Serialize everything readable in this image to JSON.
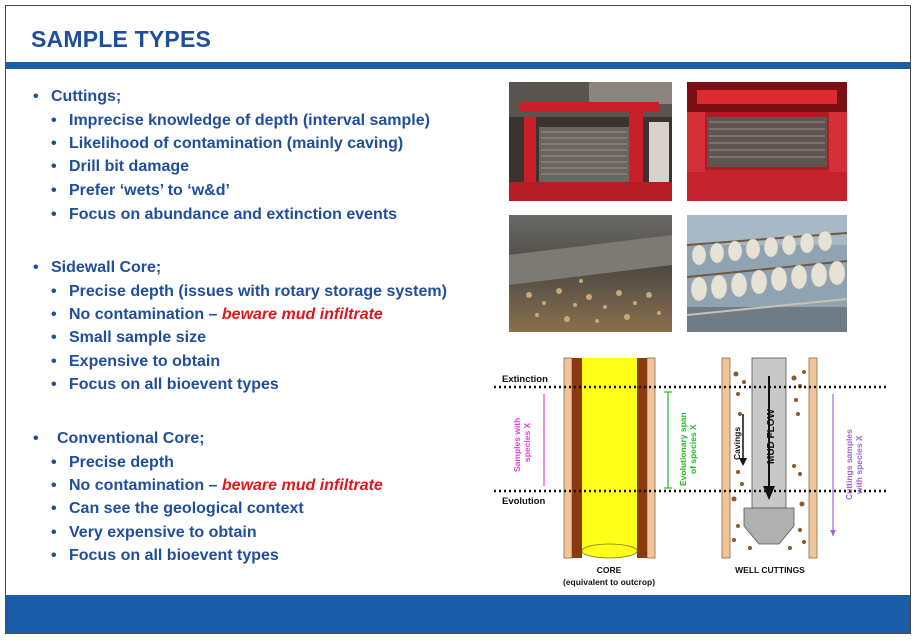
{
  "slide": {
    "title": "SAMPLE TYPES",
    "colors": {
      "title": "#1f4e9c",
      "bar": "#1b5ca8",
      "warning": "#e0161b"
    }
  },
  "sections": [
    {
      "heading": "Cuttings;",
      "items": [
        {
          "text": "Imprecise knowledge of depth (interval sample)"
        },
        {
          "text": "Likelihood of contamination (mainly caving)"
        },
        {
          "text": "Drill bit damage"
        },
        {
          "text": "Prefer ‘wets’ to ‘w&d’"
        },
        {
          "text": "Focus on abundance and extinction events"
        }
      ]
    },
    {
      "heading": "Sidewall Core;",
      "items": [
        {
          "text": "Precise depth (issues with rotary storage system)"
        },
        {
          "text": "No contamination – ",
          "warn": "beware mud infiltrate"
        },
        {
          "text": "Small sample size"
        },
        {
          "text": "Expensive to obtain"
        },
        {
          "text": "Focus on all bioevent types"
        }
      ]
    },
    {
      "heading": "Conventional Core;",
      "items": [
        {
          "text": "Precise depth"
        },
        {
          "text": "No contamination – ",
          "warn": "beware mud infiltrate"
        },
        {
          "text": "Can see the geological context"
        },
        {
          "text": "Very expensive to obtain"
        },
        {
          "text": "Focus on all bioevent types"
        }
      ]
    }
  ],
  "diagram": {
    "extinction_label": "Extinction",
    "evolution_label": "Evolution",
    "samples_label_1": "Samples with",
    "samples_label_2": "species X",
    "evolutionary_span_1": "Evolutionary span",
    "evolutionary_span_2": "of species X",
    "cavings_label": "Cavings",
    "mud_flow_label": "MUD FLOW",
    "cuttings_samples_1": "Cuttings samples",
    "cuttings_samples_2": "with species X",
    "core_label": "CORE",
    "core_sublabel": "(equivalent to outcrop)",
    "well_cuttings_label": "WELL CUTTINGS"
  }
}
